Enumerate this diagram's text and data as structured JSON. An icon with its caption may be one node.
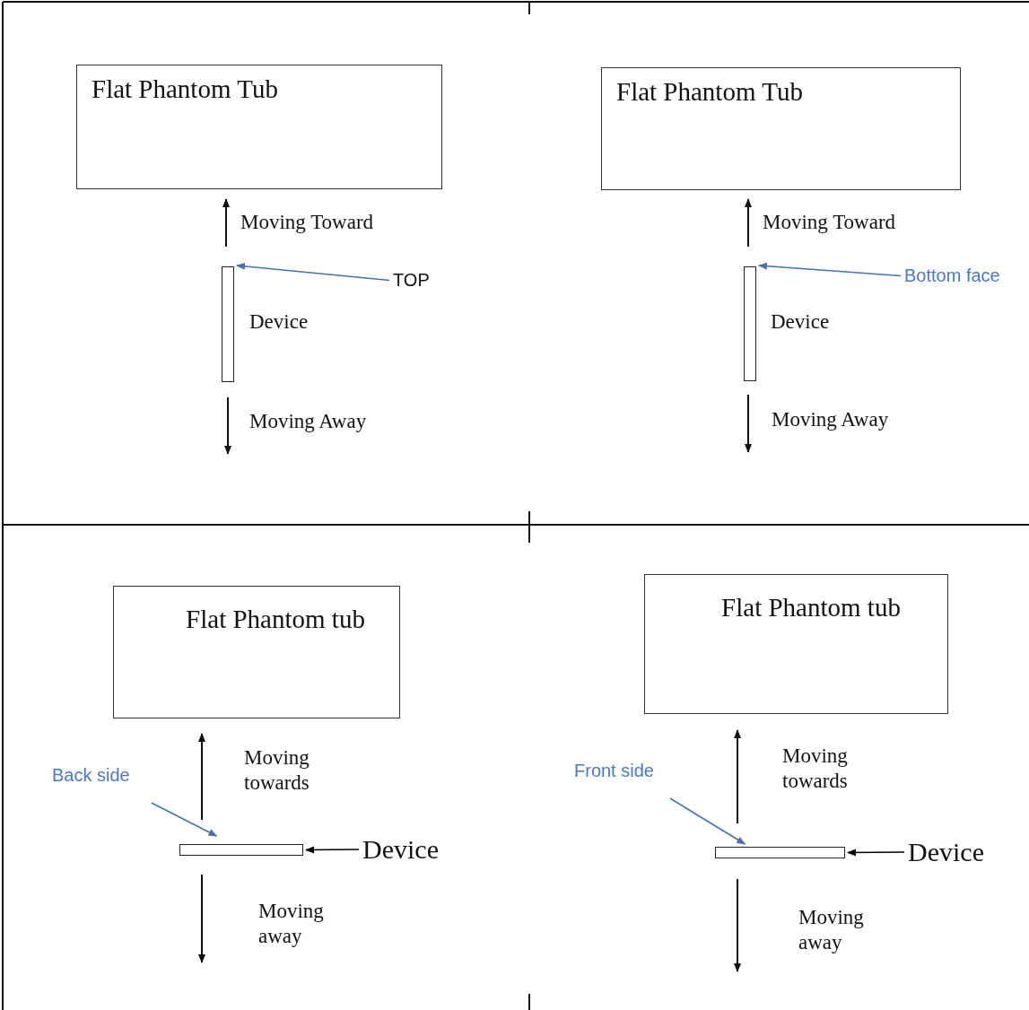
{
  "diagram": {
    "nodes": [
      {
        "text": [
          "Flat Phantom Tub"
        ]
      },
      {
        "text": [],
        "shape": "bar",
        "beside": [
          "Device"
        ]
      },
      {
        "text": [
          "TOP"
        ]
      },
      {
        "text": [
          "Flat Phantom Tub"
        ]
      },
      {
        "text": [],
        "shape": "bar",
        "beside": [
          "Device"
        ]
      },
      {
        "text": [
          "Bottom face"
        ]
      },
      {
        "text": [
          "Flat Phantom tub"
        ]
      },
      {
        "text": [
          "Back side"
        ]
      },
      {
        "text": [],
        "shape": "bar"
      },
      {
        "text": [
          "Device"
        ]
      },
      {
        "text": [
          "Flat Phantom tub"
        ]
      },
      {
        "text": [
          "Front side"
        ]
      },
      {
        "text": [],
        "shape": "bar"
      },
      {
        "text": [
          "Device"
        ]
      }
    ],
    "edges": [
      {
        "from": 2,
        "to": 1,
        "arrow": "to"
      },
      {
        "from": 5,
        "to": 4,
        "arrow": "to"
      },
      {
        "from": 7,
        "to": 8,
        "arrow": "to"
      },
      {
        "from": 9,
        "to": 8,
        "arrow": "to",
        "color": "#000000"
      },
      {
        "from": 11,
        "to": 12,
        "arrow": "to"
      },
      {
        "from": 13,
        "to": 12,
        "arrow": "to",
        "color": "#000000"
      }
    ],
    "labels": [
      "Moving Toward",
      "Moving Away",
      "Moving Toward",
      "Moving Away",
      "Moving towards",
      "Moving away",
      "Moving towards",
      "Moving away"
    ]
  }
}
